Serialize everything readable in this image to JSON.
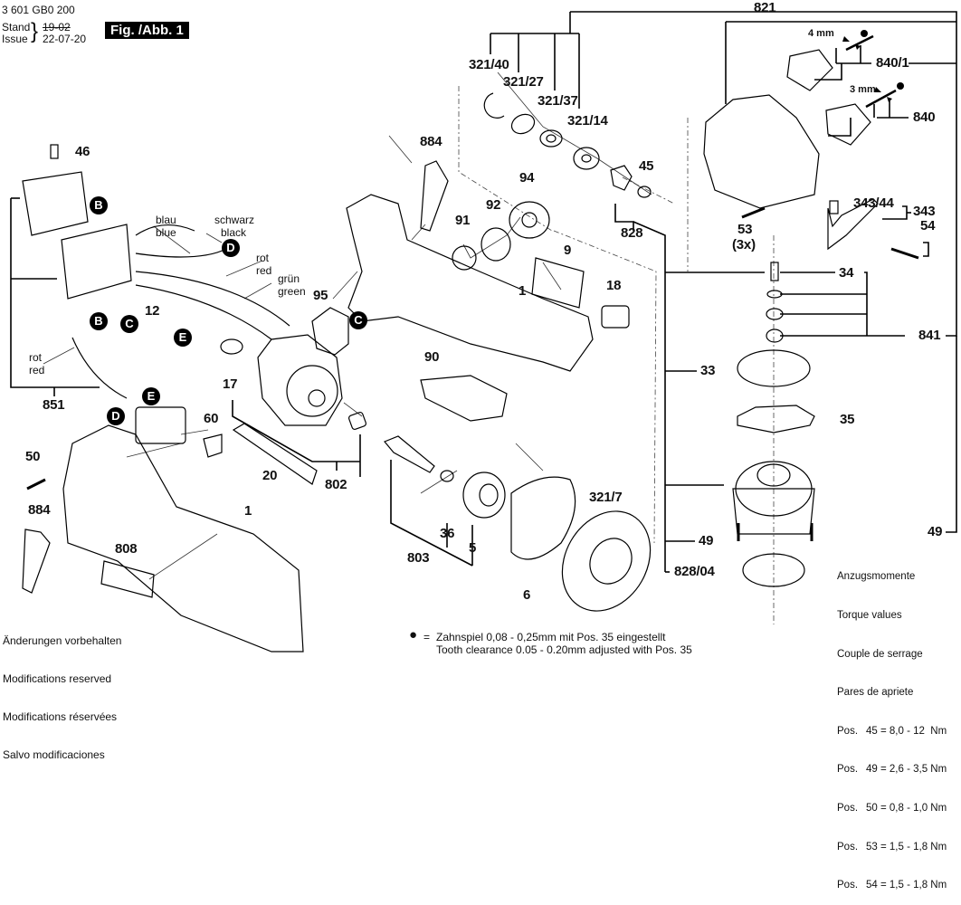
{
  "header": {
    "doc_number": "3 601 GB0 200",
    "stand_label": "Stand",
    "issue_label": "Issue",
    "old_date": "19-02",
    "new_date": "22-07-20",
    "figure_label": "Fig. /Abb. 1"
  },
  "part_numbers": {
    "p821": "821",
    "p321_40": "321/40",
    "p321_27": "321/27",
    "p321_37": "321/37",
    "p321_14": "321/14",
    "p840_1": "840/1",
    "p840": "840",
    "p884_top": "884",
    "p94": "94",
    "p45": "45",
    "p92": "92",
    "p91": "91",
    "p828": "828",
    "p53": "53",
    "p53_qty": "(3x)",
    "p343_44": "343/44",
    "p343": "343",
    "p54": "54",
    "p46": "46",
    "p12": "12",
    "p95": "95",
    "p9": "9",
    "p1_top": "1",
    "p18": "18",
    "p34": "34",
    "p841": "841",
    "p90": "90",
    "p17": "17",
    "p33": "33",
    "p851": "851",
    "p35": "35",
    "p60": "60",
    "p50": "50",
    "p20": "20",
    "p802": "802",
    "p1_bottom": "1",
    "p884_bottom": "884",
    "p808": "808",
    "p36": "36",
    "p5": "5",
    "p321_7": "321/7",
    "p49_left": "49",
    "p49_right": "49",
    "p803": "803",
    "p828_04": "828/04",
    "p6": "6"
  },
  "dimensions": {
    "pin_4mm": "4 mm",
    "pin_3mm": "3 mm"
  },
  "wire_labels": {
    "blue_de": "blau",
    "blue_en": "blue",
    "black_de": "schwarz",
    "black_en": "black",
    "red1_de": "rot",
    "red1_en": "red",
    "green_de": "grün",
    "green_en": "green",
    "red2_de": "rot",
    "red2_en": "red"
  },
  "connectors": {
    "B1": "B",
    "B2": "B",
    "C1": "C",
    "C2": "C",
    "D1": "D",
    "D2": "D",
    "E1": "E",
    "E2": "E"
  },
  "notes": {
    "modifications": [
      "Änderungen vorbehalten",
      "Modifications reserved",
      "Modifications réservées",
      "Salvo modificaciones"
    ],
    "tooth_marker": "●",
    "tooth_eq": "=",
    "tooth_de": "Zahnspiel 0,08 - 0,25mm mit Pos. 35 eingestellt",
    "tooth_en": "Tooth clearance 0.05 - 0.20mm adjusted with Pos. 35"
  },
  "torque": {
    "titles": [
      "Anzugsmomente",
      "Torque values",
      "Couple de serrage",
      "Pares de apriete"
    ],
    "rows": [
      {
        "pos": "Pos.",
        "value": "45 = 8,0 - 12  Nm"
      },
      {
        "pos": "Pos.",
        "value": "49 = 2,6 - 3,5 Nm"
      },
      {
        "pos": "Pos.",
        "value": "50 = 0,8 - 1,0 Nm"
      },
      {
        "pos": "Pos.",
        "value": "53 = 1,5 - 1,8 Nm"
      },
      {
        "pos": "Pos.",
        "value": "54 = 1,5 - 1,8 Nm"
      }
    ]
  }
}
